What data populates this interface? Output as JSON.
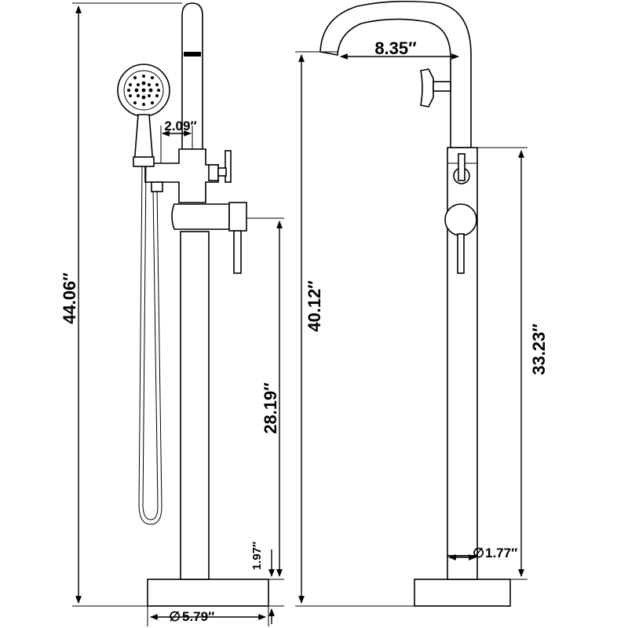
{
  "dimensions": {
    "total_height": "44.06″",
    "spout_height": "40.12″",
    "spout_reach": "8.35″",
    "handshower_offset": "2.09″",
    "handle_height": "28.19″",
    "body_height": "33.23″",
    "base_thickness": "1.97″",
    "base_diameter": "5.79″",
    "pipe_diameter": "1.77″"
  },
  "symbols": {
    "diameter": "∅"
  }
}
